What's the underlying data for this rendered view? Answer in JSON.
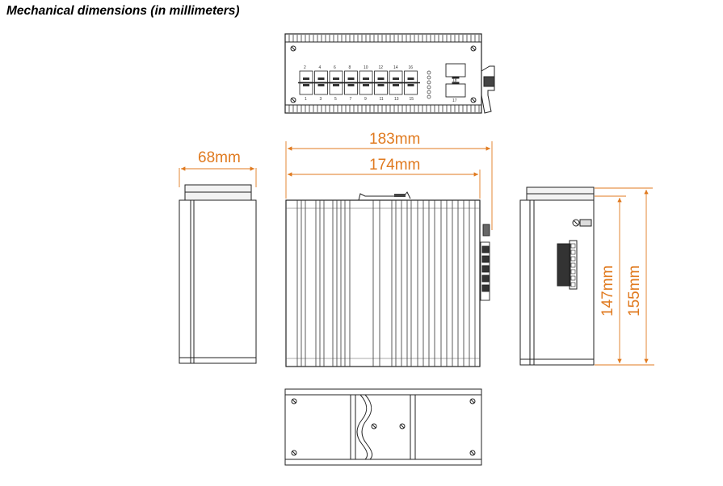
{
  "title": "Mechanical dimensions (in millimeters)",
  "dimensions": {
    "depth": "68mm",
    "width_outer": "183mm",
    "width_inner": "174mm",
    "height_inner": "147mm",
    "height_outer": "155mm"
  },
  "front_panel": {
    "top_port_labels": [
      "2",
      "4",
      "6",
      "8",
      "10",
      "12",
      "14",
      "16"
    ],
    "bottom_port_labels": [
      "1",
      "3",
      "5",
      "7",
      "9",
      "11",
      "13",
      "15"
    ],
    "sfp_labels": [
      "18",
      "17"
    ]
  },
  "colors": {
    "dimension": "#e07a1f",
    "line": "#222222"
  }
}
